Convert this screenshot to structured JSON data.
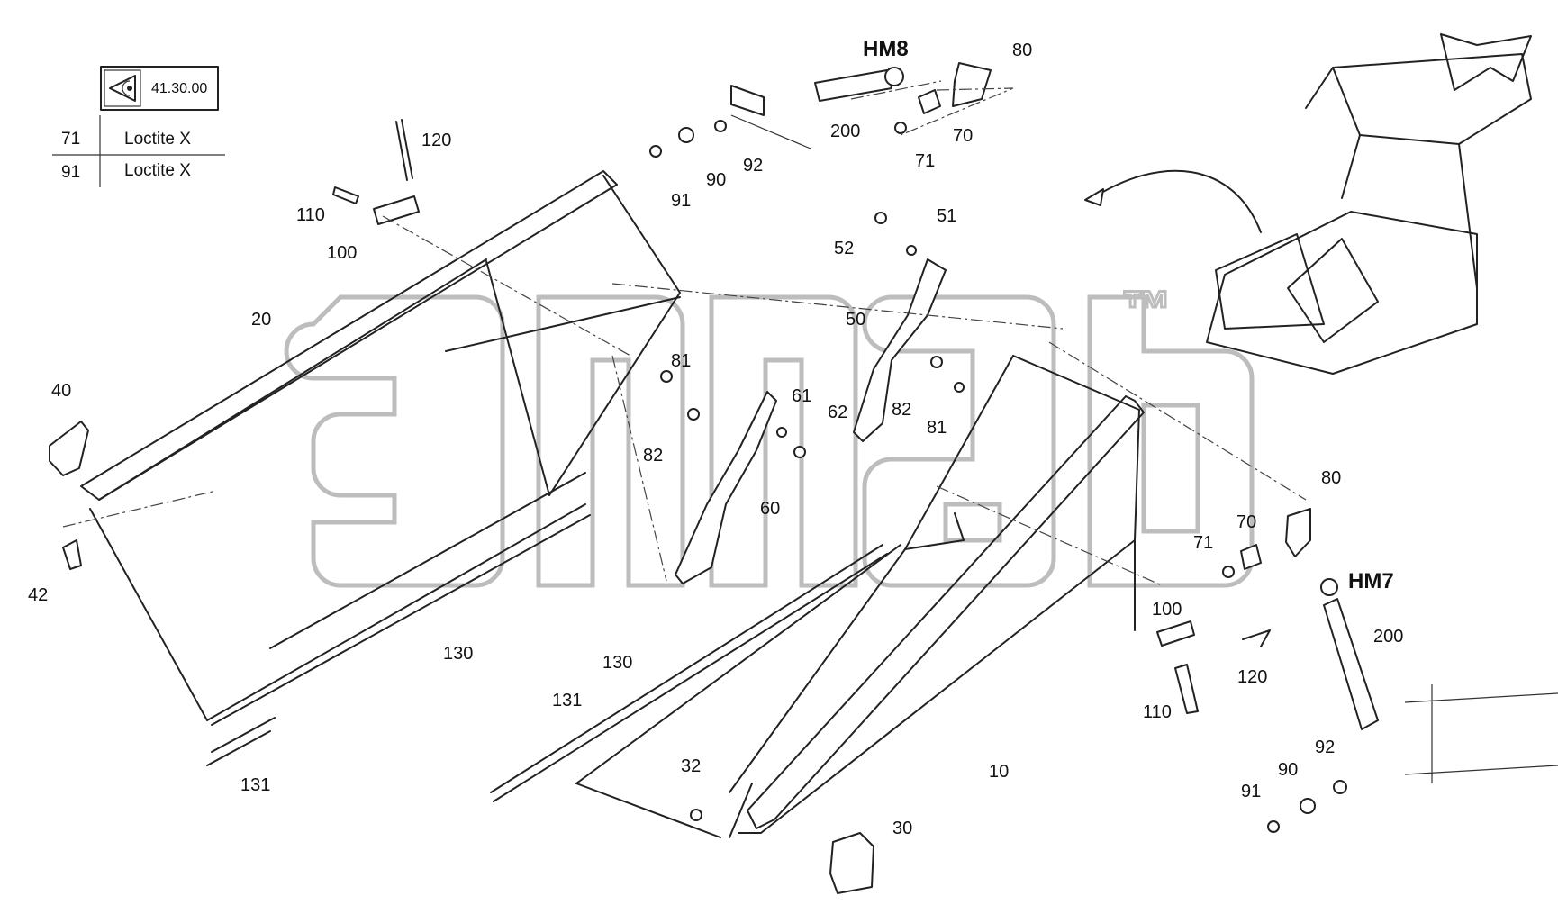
{
  "reference_box": {
    "code": "41.30.00",
    "icon": "eye-view-icon"
  },
  "legend": [
    {
      "item": "71",
      "text": "Loctite X"
    },
    {
      "item": "91",
      "text": "Loctite X"
    }
  ],
  "titles": {
    "hm8": "HM8",
    "hm7": "HM7"
  },
  "watermark": {
    "mark": "™"
  },
  "callouts": {
    "c10": "10",
    "c20": "20",
    "c30": "30",
    "c32": "32",
    "c40": "40",
    "c42": "42",
    "c50": "50",
    "c51": "51",
    "c52": "52",
    "c60": "60",
    "c61": "61",
    "c62": "62",
    "c70a": "70",
    "c70b": "70",
    "c71a": "71",
    "c71b": "71",
    "c80a": "80",
    "c80b": "80",
    "c81a": "81",
    "c81b": "81",
    "c82a": "82",
    "c82b": "82",
    "c90a": "90",
    "c90b": "90",
    "c91a": "91",
    "c91b": "91",
    "c92a": "92",
    "c92b": "92",
    "c100a": "100",
    "c100b": "100",
    "c110a": "110",
    "c110b": "110",
    "c120a": "120",
    "c120b": "120",
    "c130a": "130",
    "c130b": "130",
    "c131a": "131",
    "c131b": "131",
    "c200a": "200",
    "c200b": "200"
  }
}
